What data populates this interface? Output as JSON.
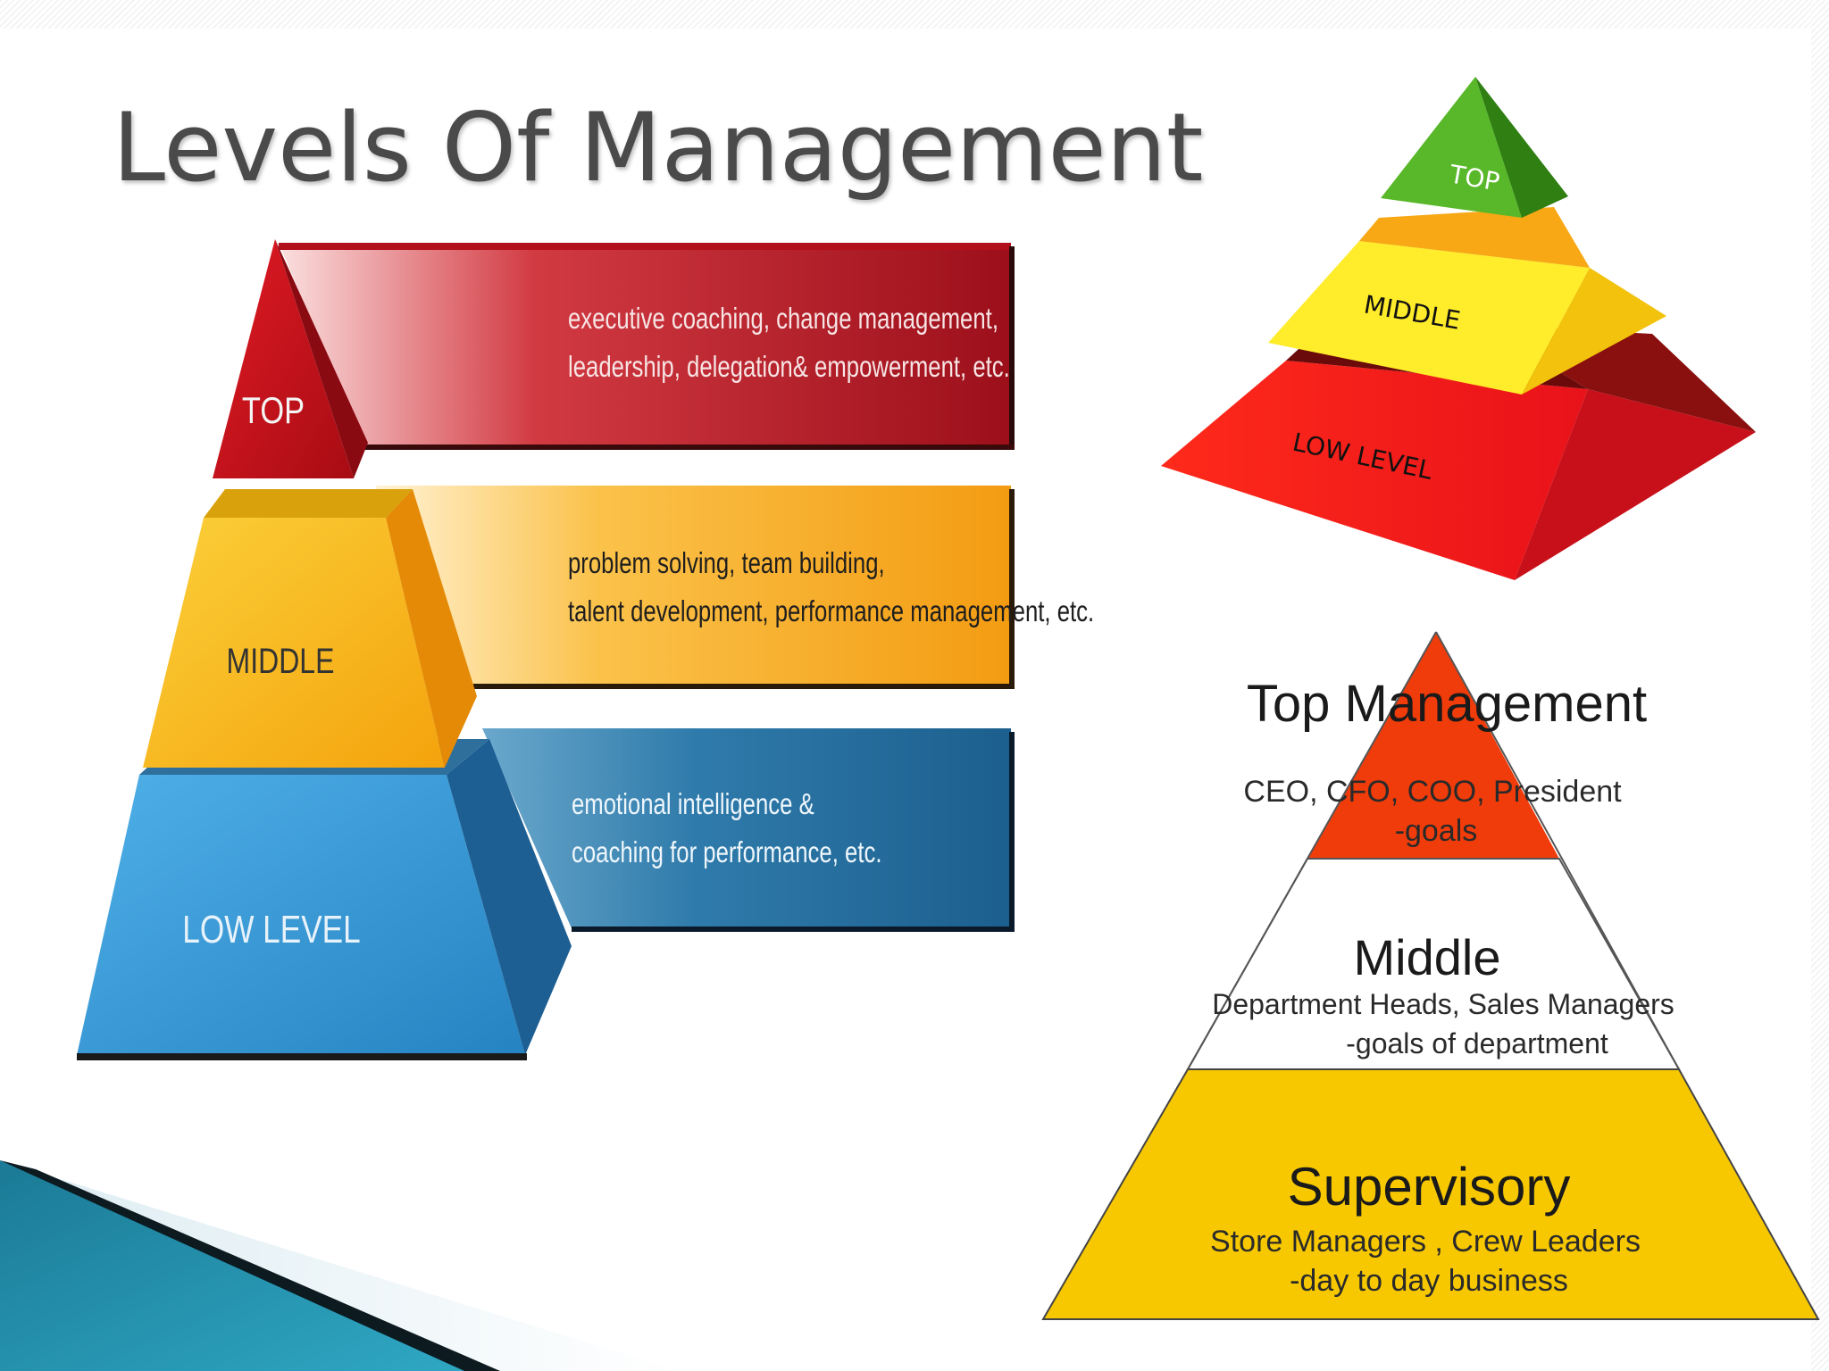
{
  "title": "Levels Of Management",
  "left_pyramid": {
    "levels": [
      {
        "label": "TOP",
        "line1": "executive coaching, change management,",
        "line2": "leadership, delegation& empowerment, etc."
      },
      {
        "label": "MIDDLE",
        "line1": "problem solving, team building,",
        "line2": "talent development, performance management, etc."
      },
      {
        "label": "LOW LEVEL",
        "line1": "emotional intelligence &",
        "line2": "coaching for performance, etc."
      }
    ]
  },
  "pyramid_3d": {
    "top": "TOP",
    "middle": "MIDDLE",
    "low": "LOW LEVEL"
  },
  "pyramid_flat": {
    "top": {
      "title": "Top Management",
      "line1": "CEO, CFO, COO, President",
      "line2": "-goals"
    },
    "middle": {
      "title": "Middle",
      "line1": "Department Heads, Sales Managers",
      "line2": "-goals of department"
    },
    "bottom": {
      "title": "Supervisory",
      "line1": "Store Managers , Crew Leaders",
      "line2": "-day to day business"
    }
  },
  "colors": {
    "top_red": "#c8101a",
    "middle_orange": "#f5a20e",
    "low_blue": "#2a86c4",
    "pyramid_green": "#4aa51c",
    "pyramid_yellow": "#f5d21a",
    "pyramid_red": "#e8231a",
    "flat_top": "#f03c0a",
    "flat_bottom": "#f7c800"
  }
}
